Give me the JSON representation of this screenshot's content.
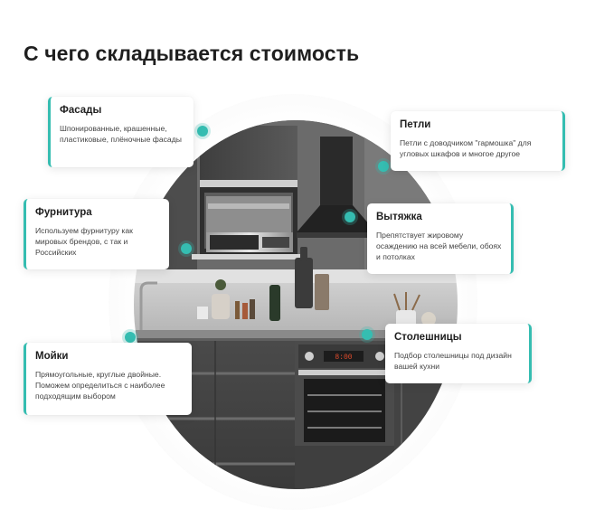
{
  "title": "С чего складывается стоимость",
  "colors": {
    "accent": "#35bdb1"
  },
  "cards": {
    "facades": {
      "title": "Фасады",
      "text": "Шпонированные, крашенные, пластиковые, плёночные фасады"
    },
    "hinges": {
      "title": "Петли",
      "text": "Петли с доводчиком \"гармошка\" для угловых шкафов и многое другое"
    },
    "hardware": {
      "title": "Фурнитура",
      "text": "Используем фурнитуру как мировых брендов, с так и Российских"
    },
    "hood": {
      "title": "Вытяжка",
      "text": "Препятствует жировому осаждению на всей мебели, обоях и потолках"
    },
    "countertops": {
      "title": "Столешницы",
      "text": "Подбор столешницы под дизайн вашей кухни"
    },
    "sinks": {
      "title": "Мойки",
      "text": "Прямоугольные, круглые двойные. Поможем определиться с наиболее подходящим выбором"
    }
  },
  "oven_display": "8:00"
}
